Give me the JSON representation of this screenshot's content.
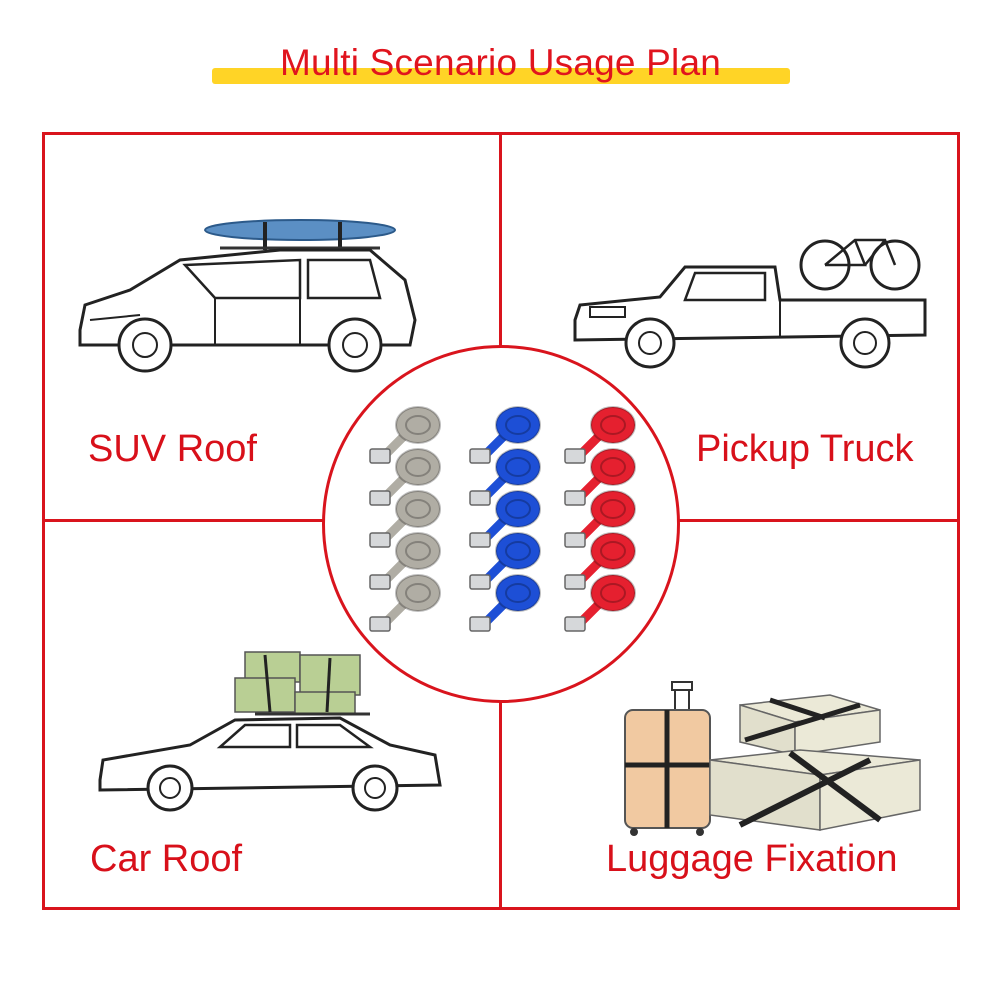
{
  "title": "Multi Scenario Usage Plan",
  "scenarios": [
    {
      "label": "SUV Roof"
    },
    {
      "label": "Pickup Truck"
    },
    {
      "label": "Car Roof"
    },
    {
      "label": "Luggage Fixation"
    }
  ],
  "colors": {
    "frame": "#d9141d",
    "title": "#e0141e",
    "highlight": "#ffd21a",
    "strap_grey": "#b0ada4",
    "strap_blue": "#1d4fd6",
    "strap_red": "#e5202f"
  }
}
